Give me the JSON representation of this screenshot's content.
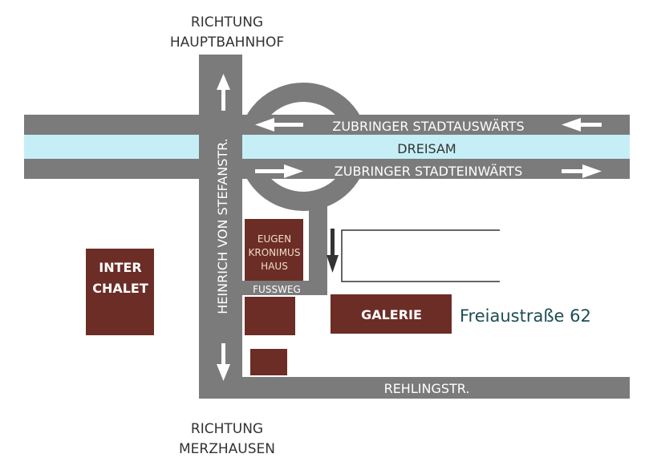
{
  "labels": {
    "north_direction": [
      "RICHTUNG",
      "HAUPTBAHNHOF"
    ],
    "south_direction": [
      "RICHTUNG",
      "MERZHAUSEN"
    ],
    "vertical_street": "HEINRICH VON STEFANSTR.",
    "road_outbound": "ZUBRINGER STADTAUSWÄRTS",
    "river": "DREISAM",
    "road_inbound": "ZUBRINGER STADTEINWÄRTS",
    "building_kronimus": [
      "EUGEN",
      "KRONIMUS",
      "HAUS"
    ],
    "footpath": "FUSSWEG",
    "building_inter_chalet": [
      "INTER",
      "CHALET"
    ],
    "gallery": "GALERIE",
    "address": "Freiaustraße 62",
    "bottom_street": "REHLINGSTR."
  },
  "colors": {
    "road": "#7b7b7b",
    "river": "#c6eef6",
    "building": "#6c2d27",
    "address_text": "#1d4d55"
  }
}
